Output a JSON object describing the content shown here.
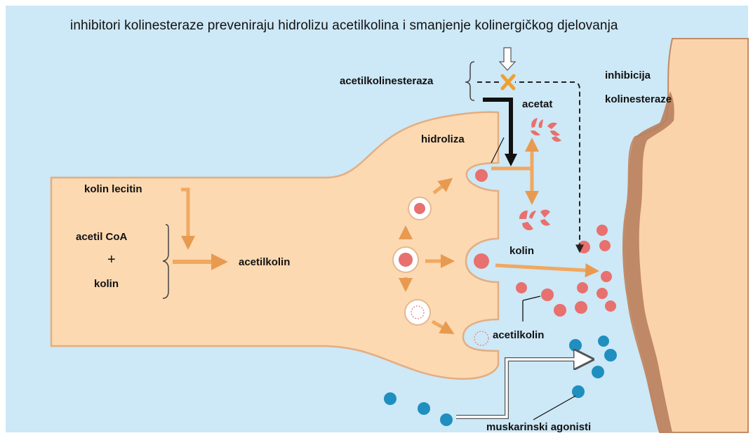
{
  "title": "inhibitori kolinesteraze preveniraju hidrolizu acetilkolina i smanjenje kolinergičkog djelovanja",
  "labels": {
    "kolin_lecitin": "kolin lecitin",
    "acetil_coa": "acetil CoA",
    "plus": "+",
    "kolin_left": "kolin",
    "acetilkolin_synth": "acetilkolin",
    "acetilkolinesteraza": "acetilkolinesteraza",
    "acetat": "acetat",
    "hidroliza": "hidroliza",
    "kolin_cleft": "kolin",
    "acetilkolin_cleft": "acetilkolin",
    "inhibicija_line1": "inhibicija",
    "inhibicija_line2": "kolinesteraze",
    "muskarinski_agonisti": "muskarinski agonisti"
  },
  "colors": {
    "background": "#cde8f6",
    "neuron": "#fcd9b1",
    "neuron_edge": "#e0a878",
    "arrow": "#f0a860",
    "acetylcholine": "#e8706e",
    "muscarinic_agonist": "#1f8fc0",
    "postsynaptic": "#fbd3aa",
    "postsynaptic_edge": "#b87a58",
    "inhibitor": "#f0a030"
  },
  "icons": [
    "enzyme-inhibition-x-icon",
    "open-down-arrow-icon"
  ]
}
